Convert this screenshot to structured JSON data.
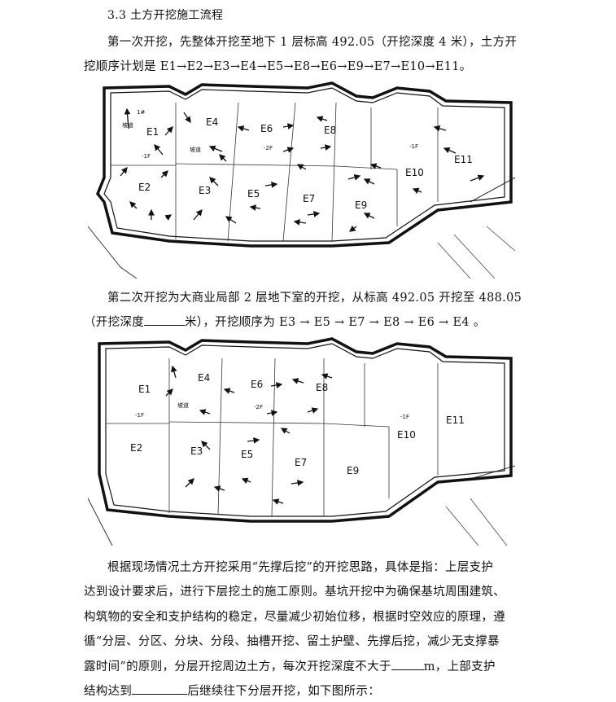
{
  "section": {
    "number": "3.3",
    "title": "土方开挖施工流程"
  },
  "para1": {
    "line1": "第一次开挖，先整体开挖至地下 1 层标高 492.05（开挖深度 4 米），土方开",
    "line2": "挖顺序计划是 E1→E2→E3→E4→E5→E8→E6→E9→E7→E10→E11。"
  },
  "figure1": {
    "zones": [
      "E1",
      "E2",
      "E3",
      "E4",
      "E5",
      "E6",
      "E7",
      "E8",
      "E9",
      "E10",
      "E11"
    ],
    "level_labels": [
      "-1F",
      "-2F",
      "-1F"
    ],
    "ramp_label": "坡道",
    "stair_label": "1#"
  },
  "para2": {
    "line1": "第二次开挖为大商业局部 2 层地下室的开挖，从标高 492.05 开挖至 488.05",
    "line2_a": "（开挖深度",
    "line2_b": "米），开挖顺序为 E3 → E5 → E7 → E8 → E6 → E4 。"
  },
  "figure2": {
    "zones": [
      "E1",
      "E2",
      "E3",
      "E4",
      "E5",
      "E6",
      "E7",
      "E8",
      "E9",
      "E10",
      "E11"
    ],
    "level_labels": [
      "-1F",
      "-2F",
      "-1F"
    ],
    "ramp_label": "坡道"
  },
  "para3": {
    "line1": "根据现场情况土方开挖采用“先撑后挖”的开挖思路，具体是指：上层支护",
    "line2": "达到设计要求后，进行下层挖土的施工原则。基坑开挖中为确保基坑周围建筑、",
    "line3": "构筑物的安全和支护结构的稳定，尽量减少初始位移，根据时空效应的原理，遵",
    "line4": "循“分层、分区、分块、分段、抽槽开挖、留土护壁、先撑后挖，减少无支撑暴",
    "line5_a": "露时间”的原则，分层开挖周边土方，每次开挖深度不大于",
    "line5_b": "m，上部支护",
    "line6_a": "结构达到",
    "line6_b": "后继续往下分层开挖，如下图所示："
  }
}
